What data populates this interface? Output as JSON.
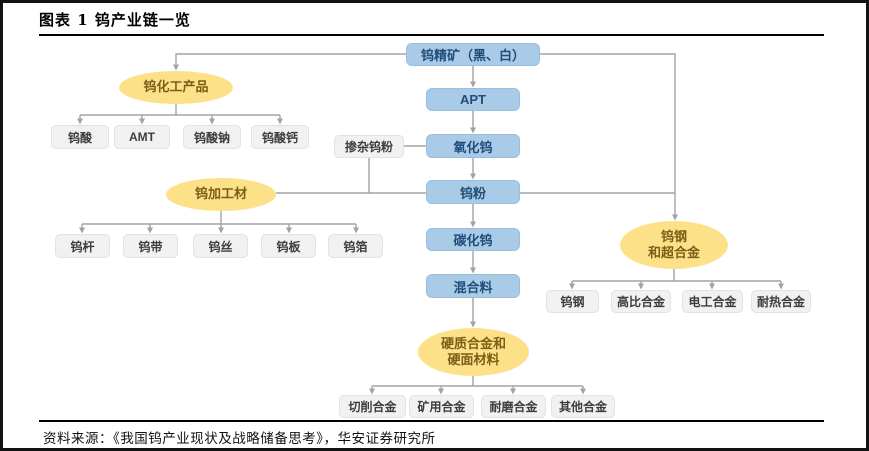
{
  "header": {
    "title": "图表 1 钨产业链一览"
  },
  "footer": {
    "source": "资料来源：《我国钨产业现状及战略储备思考》，华安证券研究所"
  },
  "colors": {
    "chain_box_fill": "#A9CBE8",
    "chain_box_text": "#1F4E79",
    "ellipse_fill": "#FDE189",
    "ellipse_text": "#7A5F17",
    "leaf_box_fill": "#F1F1F1",
    "leaf_box_text": "#3D3D3D",
    "connector": "#A3A3A3",
    "rule": "#000000"
  },
  "flow": {
    "main_chain": {
      "concentrate": "钨精矿（黑、白）",
      "apt": "APT",
      "oxide": "氧化钨",
      "powder": "钨粉",
      "carbide": "碳化钨",
      "mixture": "混合料"
    },
    "doped_powder": "掺杂钨粉",
    "chemical": {
      "label": "钨化工产品",
      "children": [
        "钨酸",
        "AMT",
        "钨酸钠",
        "钨酸钙"
      ]
    },
    "processed": {
      "label": "钨加工材",
      "children": [
        "钨杆",
        "钨带",
        "钨丝",
        "钨板",
        "钨箔"
      ]
    },
    "steel": {
      "label_line1": "钨钢",
      "label_line2": "和超合金",
      "children": [
        "钨钢",
        "高比合金",
        "电工合金",
        "耐热合金"
      ]
    },
    "hard_alloy": {
      "label_line1": "硬质合金和",
      "label_line2": "硬面材料",
      "children": [
        "切削合金",
        "矿用合金",
        "耐磨合金",
        "其他合金"
      ]
    },
    "edges": [
      "钨精矿（黑、白）→APT",
      "APT→氧化钨",
      "氧化钨→钨粉",
      "钨粉→碳化钨",
      "碳化钨→混合料",
      "混合料→硬质合金和硬面材料",
      "钨精矿（黑、白）→钨化工产品",
      "钨精矿（黑、白）→钨钢和超合金",
      "钨粉→钨钢和超合金",
      "钨粉—钨加工材",
      "掺杂钨粉—氧化钨",
      "掺杂钨粉—钨粉",
      "钨化工产品→子类",
      "钨加工材→子类",
      "钨钢和超合金→子类",
      "硬质合金和硬面材料→子类"
    ]
  }
}
